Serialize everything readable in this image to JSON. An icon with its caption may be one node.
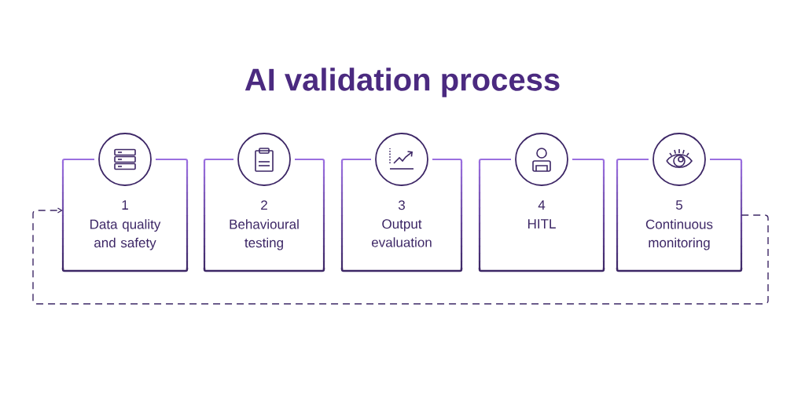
{
  "diagram": {
    "title": "AI validation process",
    "nodes": [
      {
        "text": [
          "1",
          "Data quality and safety"
        ]
      },
      {
        "text": [
          "2",
          "Behavioural testing"
        ]
      },
      {
        "text": [
          "3",
          "Output evaluation"
        ]
      },
      {
        "text": [
          "4",
          "HITL"
        ]
      },
      {
        "text": [
          "5",
          "Continuous monitoring"
        ]
      }
    ],
    "edges": [
      {
        "from": 4,
        "to": 0,
        "arrow": "to",
        "style": "dashed"
      }
    ]
  }
}
